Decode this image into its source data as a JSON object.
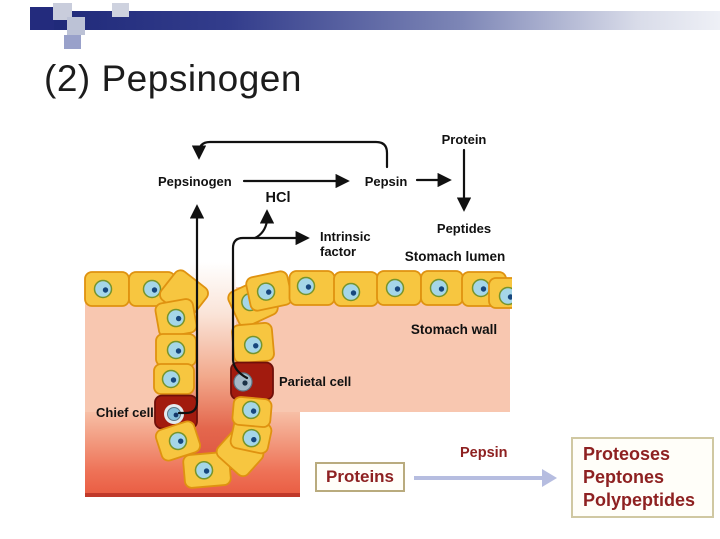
{
  "slide": {
    "title": "(2) Pepsinogen"
  },
  "diagram": {
    "labels": {
      "pepsinogen": "Pepsinogen",
      "hcl": "HCl",
      "pepsin": "Pepsin",
      "protein": "Protein",
      "peptides": "Peptides",
      "intrinsic_line1": "Intrinsic",
      "intrinsic_line2": "factor",
      "stomach_lumen": "Stomach lumen",
      "stomach_wall": "Stomach wall",
      "parietal_cell": "Parietal cell",
      "chief_cell": "Chief cell"
    }
  },
  "reaction": {
    "substrate": "Proteins",
    "enzyme": "Pepsin",
    "products": [
      "Proteoses",
      "Peptones",
      "Polypeptides"
    ]
  },
  "colors": {
    "header_navy": "#232b7d",
    "cell_fill": "#f7c640",
    "cell_border": "#df9210",
    "secretory_cell_red": "#a21b0e",
    "stomach_wall_pink": "#f8c7b0",
    "flow_text_red": "#8e2121",
    "flow_arrow_lavender": "#b6bde0"
  }
}
